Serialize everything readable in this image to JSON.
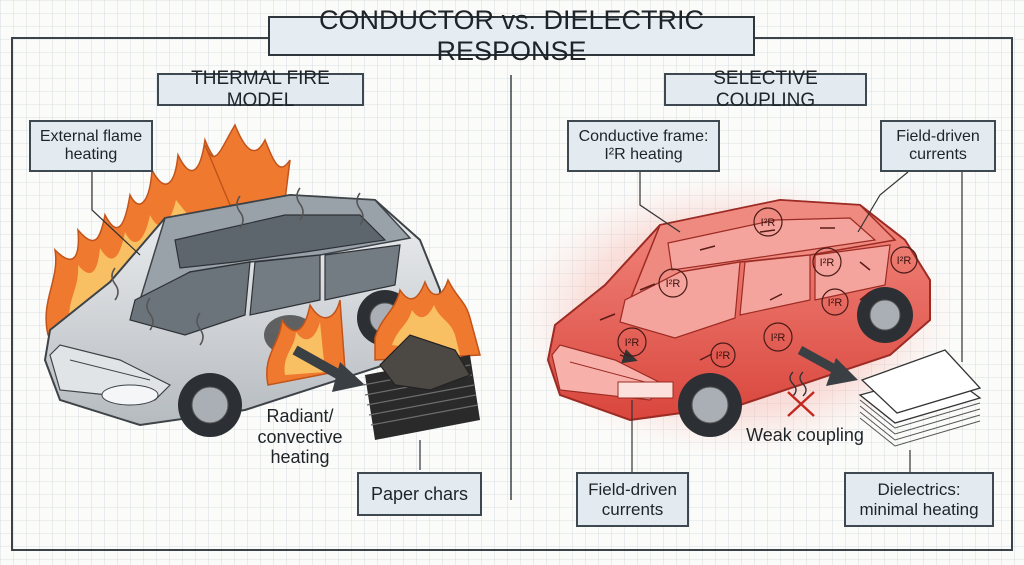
{
  "title": "CONDUCTOR vs. DIELECTRIC RESPONSE",
  "left_panel": {
    "heading": "THERMAL FIRE MODEL",
    "labels": {
      "external_flame": [
        "External flame",
        "heating"
      ],
      "radiant": [
        "Radiant/",
        "convective",
        "heating"
      ],
      "paper_chars": "Paper chars"
    }
  },
  "right_panel": {
    "heading": "SELECTIVE COUPLING",
    "labels": {
      "conductive_frame": [
        "Conductive frame:",
        "I²R heating"
      ],
      "field_driven_top": [
        "Field-driven",
        "currents"
      ],
      "field_driven_bottom": [
        "Field-driven",
        "currents"
      ],
      "weak_coupling": "Weak coupling",
      "dielectrics": [
        "Dielectrics:",
        "minimal heating"
      ]
    },
    "current_loop_text": "I²R"
  },
  "colors": {
    "grid": "#c9d2d8",
    "label_fill": "#e3ebf1",
    "label_border": "#3e4850",
    "flame_outer": "#ef7a2f",
    "flame_inner": "#f9c063",
    "car_silver": "#c9cdd1",
    "car_red": "#e9665c",
    "glow_red": "#f6b3aa"
  }
}
